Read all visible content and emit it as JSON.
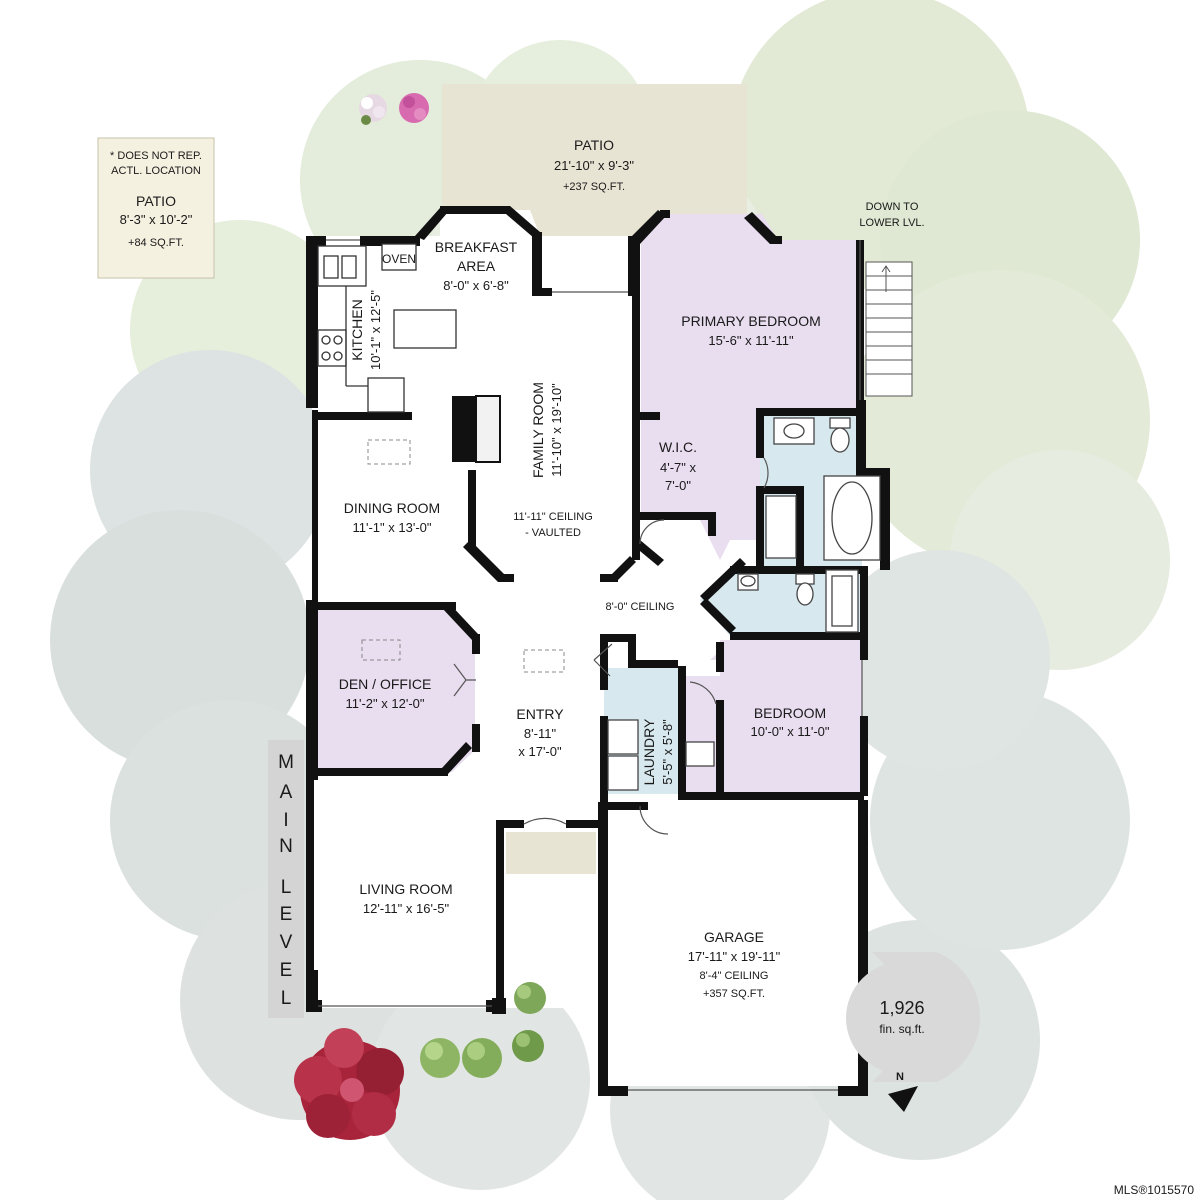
{
  "note_box": {
    "note_line1": "* DOES NOT REP.",
    "note_line2": "ACTL. LOCATION",
    "title": "PATIO",
    "dims": "8'-3\" x 10'-2\"",
    "area": "+84 SQ.FT."
  },
  "rooms": {
    "patio": {
      "name": "PATIO",
      "dims": "21'-10\" x 9'-3\"",
      "area": "+237 SQ.FT."
    },
    "breakfast": {
      "name_line1": "BREAKFAST",
      "name_line2": "AREA",
      "dims": "8'-0\" x 6'-8\""
    },
    "kitchen": {
      "name": "KITCHEN",
      "dims": "10'-1\" x 12'-5\"",
      "oven_label": "OVEN"
    },
    "family_room": {
      "name": "FAMILY ROOM",
      "dims": "11'-10\" x 19'-10\""
    },
    "vaulted_note": {
      "line1": "11'-11\" CEILING",
      "line2": "- VAULTED"
    },
    "primary_bedroom": {
      "name": "PRIMARY BEDROOM",
      "dims": "15'-6\" x 11'-11\""
    },
    "wic": {
      "name": "W.I.C.",
      "dims_line1": "4'-7\" x",
      "dims_line2": "7'-0\""
    },
    "dining_room": {
      "name": "DINING ROOM",
      "dims": "11'-1\" x 13'-0\""
    },
    "hall_ceiling": "8'-0\" CEILING",
    "den": {
      "name": "DEN / OFFICE",
      "dims": "11'-2\" x 12'-0\""
    },
    "entry": {
      "name": "ENTRY",
      "dims_line1": "8'-11\"",
      "dims_line2": "x 17'-0\""
    },
    "laundry": {
      "name": "LAUNDRY",
      "dims": "5'-5\" x 5'-8\""
    },
    "bedroom": {
      "name": "BEDROOM",
      "dims": "10'-0\" x 11'-0\""
    },
    "living_room": {
      "name": "LIVING ROOM",
      "dims": "12'-11\" x 16'-5\""
    },
    "garage": {
      "name": "GARAGE",
      "dims": "17'-11\" x 19'-11\"",
      "ceiling": "8'-4\" CEILING",
      "area": "+357 SQ.FT."
    }
  },
  "stairs_note": {
    "line1": "DOWN TO",
    "line2": "LOWER LVL."
  },
  "level_label": [
    "M",
    "A",
    "I",
    "N",
    "L",
    "E",
    "V",
    "E",
    "L"
  ],
  "area_badge": {
    "value": "1,926",
    "unit": "fin. sq.ft."
  },
  "north_label": "N",
  "mls_text": "MLS®1015570",
  "colors": {
    "wall": "#111111",
    "bedroom_fill": "#e9ddf0",
    "bath_fill": "#d8e8ef",
    "patio_fill": "#e8e4d4",
    "note_box_fill": "#f5f1e1",
    "badge_fill": "#d9d9d9",
    "level_bar": "#d4d4d4",
    "foliage_green": "#dfe8d4",
    "foliage_gray": "#d5dbd8"
  },
  "icons": [
    "north-arrow-icon",
    "shrub-icon",
    "flower-icon",
    "red-tree-icon",
    "fireplace-icon",
    "stairs-icon"
  ]
}
